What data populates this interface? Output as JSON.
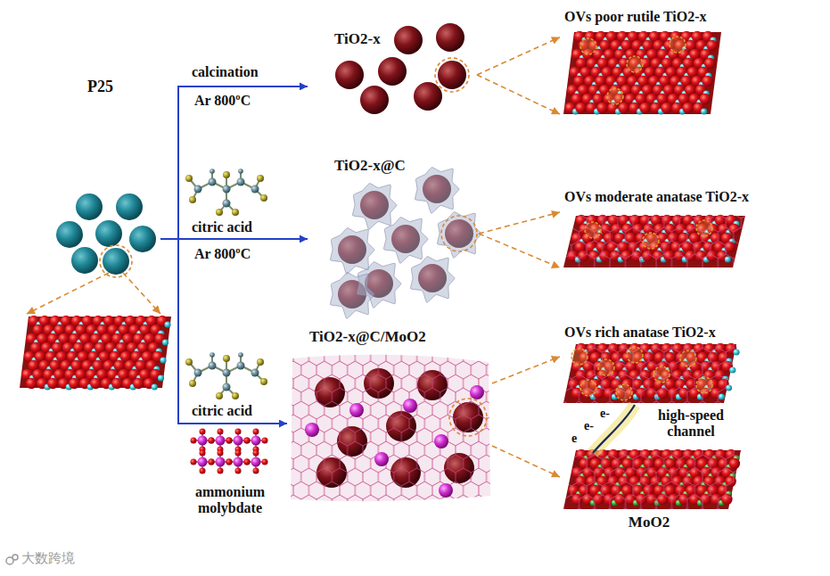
{
  "diagram": {
    "nodes": [
      {
        "text": [
          "P25"
        ]
      },
      {
        "text": [
          "TiO2-x"
        ]
      },
      {
        "text": [
          "TiO2-x@C"
        ]
      },
      {
        "text": [
          "TiO2-x@C/MoO2"
        ]
      },
      {
        "text": [
          "OVs poor rutile TiO2-x"
        ]
      },
      {
        "text": [
          "OVs moderate anatase TiO2-x"
        ]
      },
      {
        "text": [
          "OVs rich anatase TiO2-x"
        ]
      },
      {
        "text": [
          "MoO2"
        ]
      }
    ],
    "edges": [
      {
        "from": 0,
        "to": 1,
        "arrow": "to"
      },
      {
        "from": 0,
        "to": 2,
        "arrow": "to"
      },
      {
        "from": 0,
        "to": 3,
        "arrow": "to"
      },
      {
        "from": 1,
        "to": 4,
        "arrow": "to"
      },
      {
        "from": 1,
        "to": 4,
        "arrow": "to"
      },
      {
        "from": 2,
        "to": 5,
        "arrow": "to"
      },
      {
        "from": 2,
        "to": 5,
        "arrow": "to"
      },
      {
        "from": 3,
        "to": 6,
        "arrow": "to"
      },
      {
        "from": 3,
        "to": 7,
        "arrow": "to"
      }
    ],
    "labels": [
      "calcination",
      "Ar 800ºC",
      "citric acid",
      "Ar 800ºC",
      "citric acid",
      "ammonium molybdate",
      "e",
      "e-",
      "e-",
      "high-speed channel",
      "大数跨境"
    ]
  }
}
